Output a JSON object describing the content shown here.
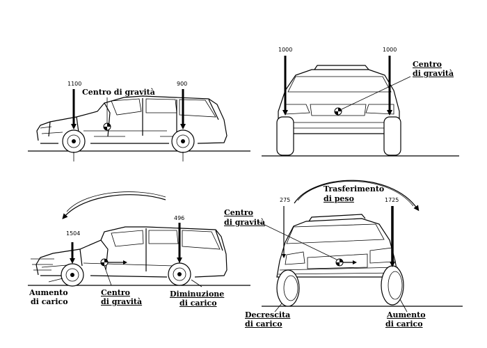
{
  "panels": {
    "side_static": {
      "front_load": "1100",
      "rear_load": "900",
      "cg_label": "Centro di gravità"
    },
    "front_static": {
      "left_load": "1000",
      "right_load": "1000",
      "cg_label_line1": "Centro",
      "cg_label_line2": "di gravità"
    },
    "side_braking": {
      "front_load": "1504",
      "rear_load": "496",
      "front_label_line1": "Aumento",
      "front_label_line2": "di carico",
      "cg_label_line1": "Centro",
      "cg_label_line2": "di gravità",
      "rear_label_line1": "Diminuzione",
      "rear_label_line2": "di carico"
    },
    "front_cornering": {
      "left_load": "275",
      "right_load": "1725",
      "transfer_line1": "Trasferimento",
      "transfer_line2": "di peso",
      "cg_label_line1": "Centro",
      "cg_label_line2": "di gravità",
      "left_label_line1": "Decrescita",
      "left_label_line2": "di carico",
      "right_label_line1": "Aumento",
      "right_label_line2": "di carico"
    }
  }
}
